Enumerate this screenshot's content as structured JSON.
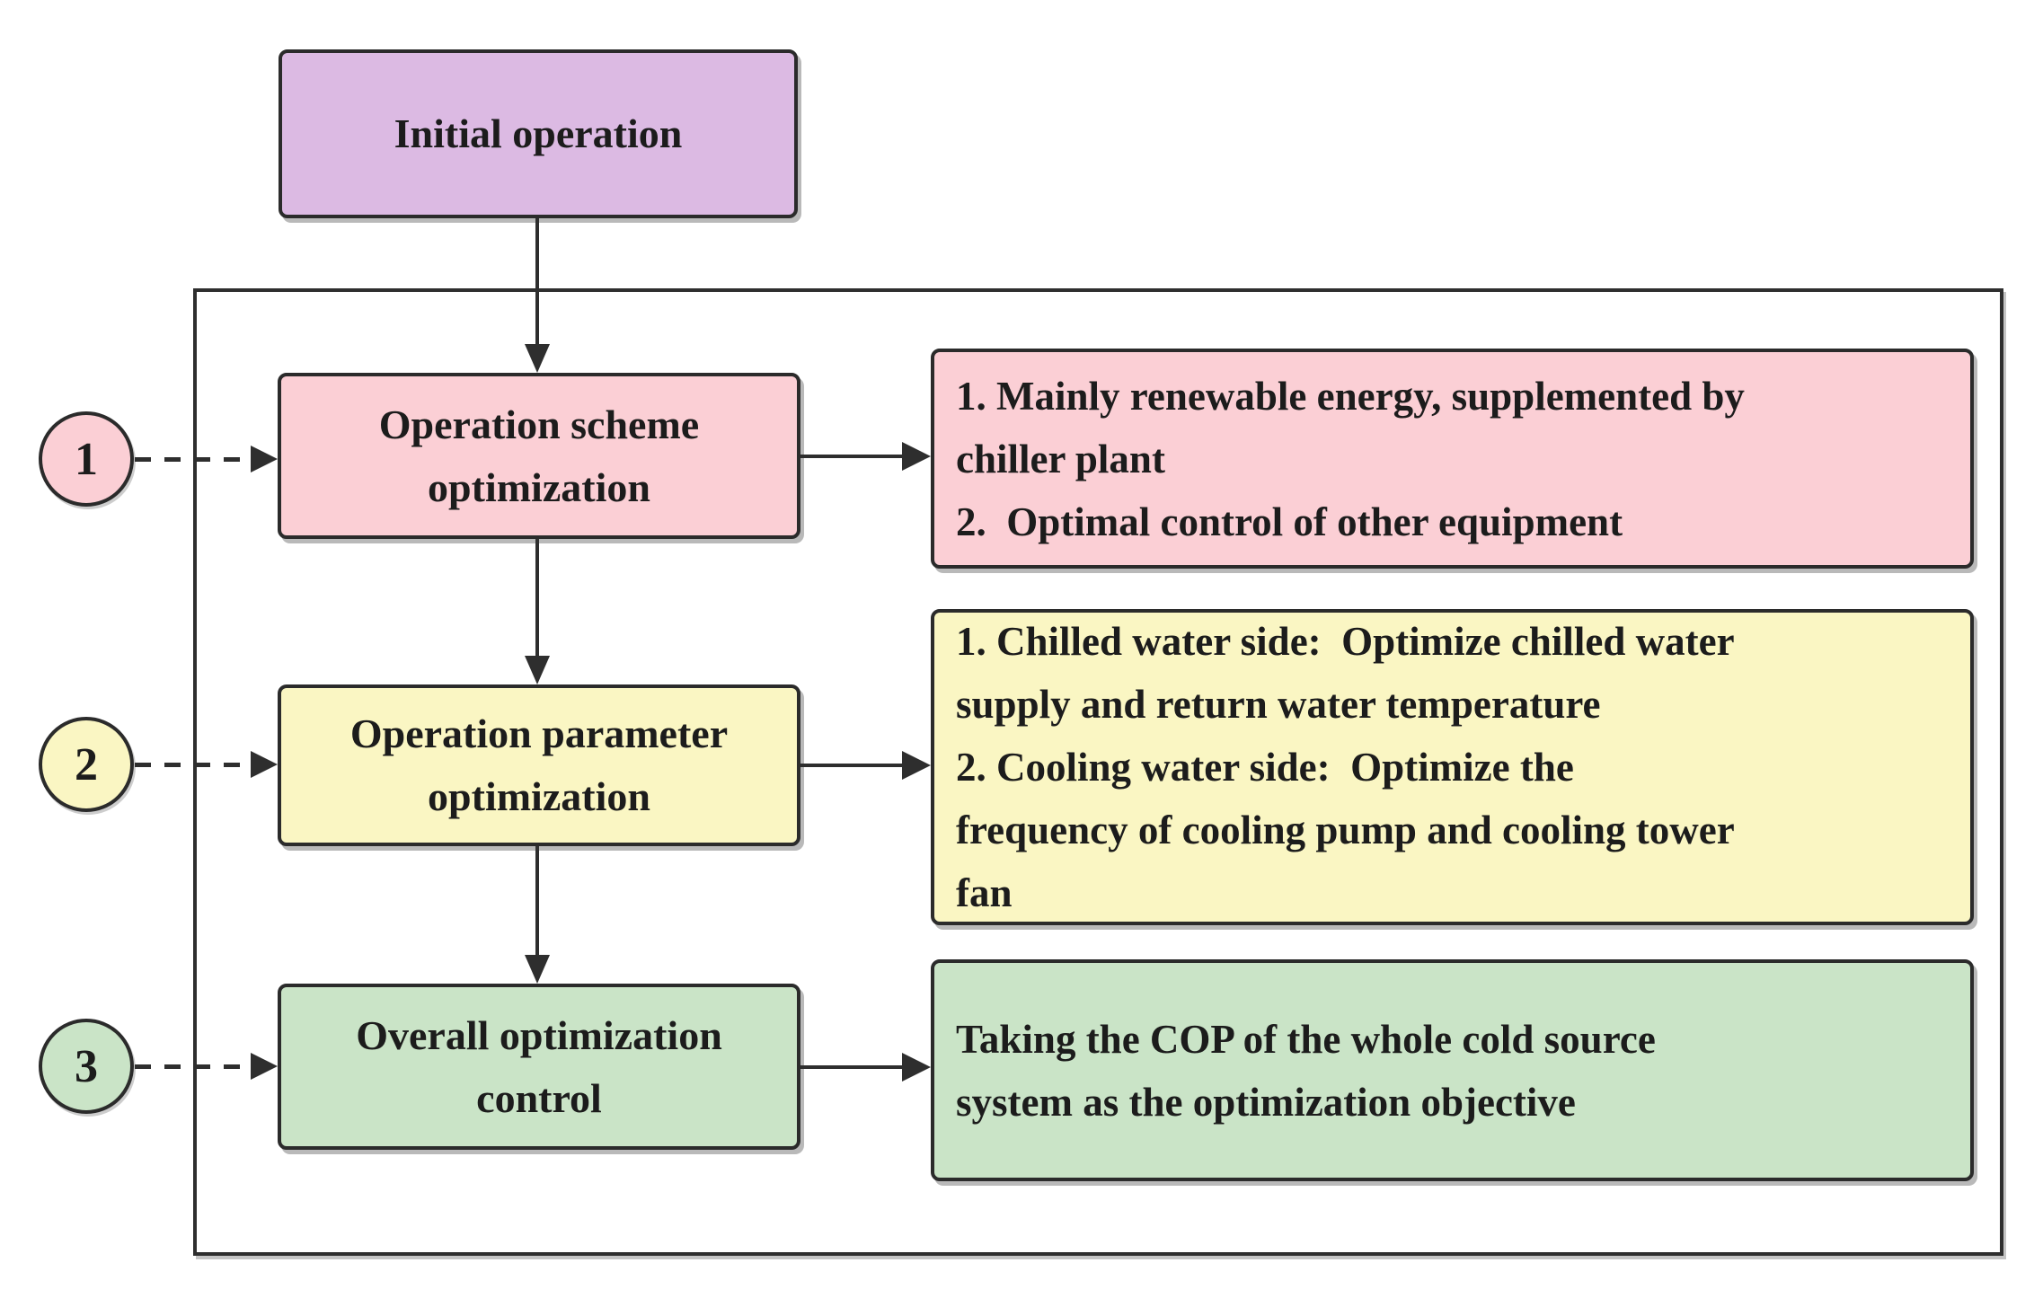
{
  "diagram": {
    "initial_box": {
      "label": "Initial operation"
    },
    "steps": [
      {
        "number": "1",
        "box_label": "Operation scheme\noptimization",
        "description": "1. Mainly renewable energy, supplemented by\nchiller plant\n2.  Optimal control of other equipment",
        "fill_color": "#FBCFD5"
      },
      {
        "number": "2",
        "box_label": "Operation parameter\noptimization",
        "description": "1. Chilled water side:  Optimize chilled water\nsupply and return water temperature\n2. Cooling water side:  Optimize the\nfrequency of cooling pump and cooling tower\nfan",
        "fill_color": "#FAF6C3"
      },
      {
        "number": "3",
        "box_label": "Overall optimization\ncontrol",
        "description": "Taking the COP of the whole cold source\nsystem as the optimization objective",
        "fill_color": "#CAE4C7"
      }
    ],
    "colors": {
      "initial_box_fill": "#DCBAE3",
      "step1_fill": "#FBCFD5",
      "step2_fill": "#FAF6C3",
      "step3_fill": "#CAE4C7",
      "border": "#2B2B2B",
      "text": "#1C1C1C",
      "background": "#FFFFFF"
    }
  }
}
